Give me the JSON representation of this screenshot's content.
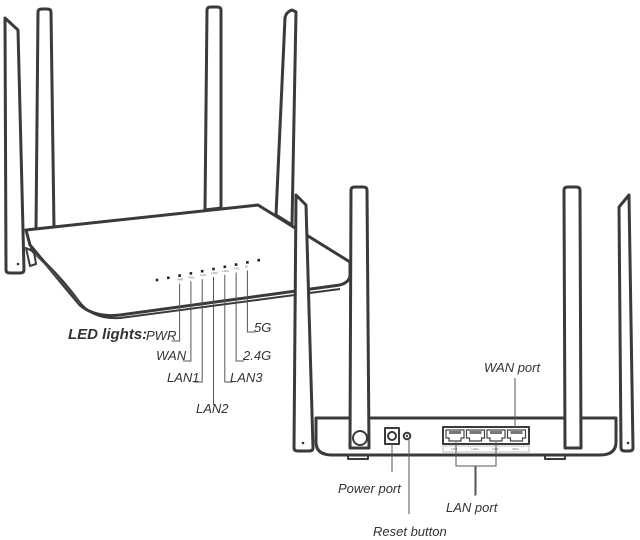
{
  "diagram": {
    "front_view": {
      "led_section_label": "LED lights:",
      "led_labels": [
        "PWR",
        "WAN",
        "LAN1",
        "LAN2",
        "LAN3",
        "2.4G",
        "5G"
      ],
      "led_count": 10,
      "antenna_count": 4
    },
    "back_view": {
      "labels": {
        "wan_port": "WAN port",
        "power_port": "Power port",
        "lan_port": "LAN port",
        "reset_button": "Reset button"
      },
      "port_tiny_labels": [
        "LAN1",
        "LAN2",
        "LAN3",
        "WAN"
      ],
      "antenna_count": 4
    }
  }
}
